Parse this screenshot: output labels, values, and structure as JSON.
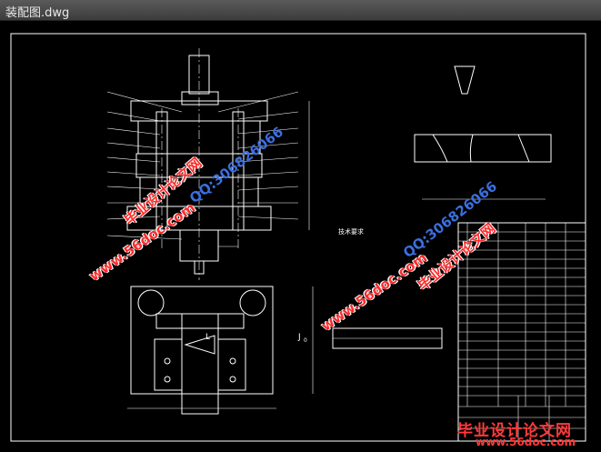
{
  "window": {
    "title": "装配图.dwg"
  },
  "drawing": {
    "labels": {
      "tech_heading": "技术要求",
      "dim_l": "L",
      "dim_j": "J",
      "dim_j_sub": "0"
    }
  },
  "watermarks": {
    "site_cn": "毕业设计论文网",
    "site_url": "www.56doc.com",
    "qq": "QQ:306826066"
  },
  "brand": {
    "name": "毕业设计论文网",
    "url": "www.56doc.com"
  },
  "colors": {
    "background": "#000000",
    "lines": "#ffffff",
    "watermark_red": "#ff2a2a",
    "watermark_blue": "#3b6fe0"
  }
}
